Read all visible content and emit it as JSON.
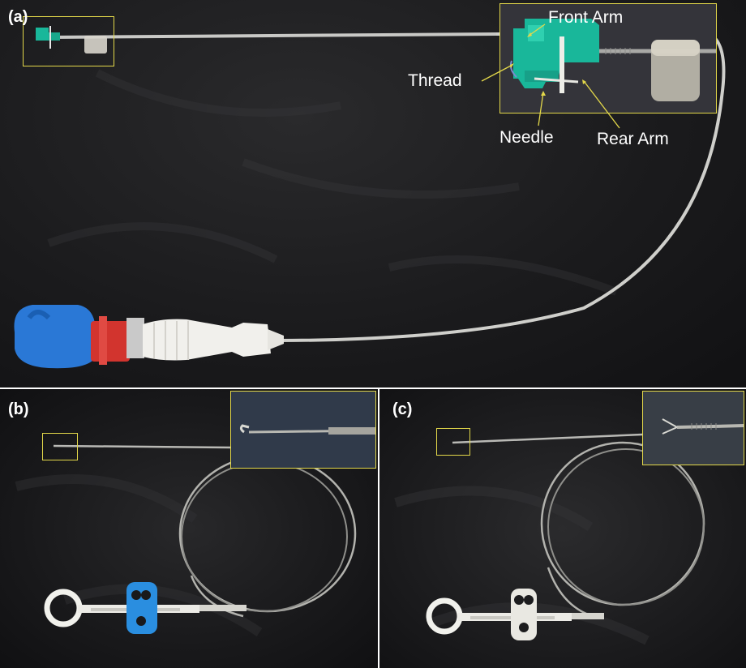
{
  "panels": {
    "a": {
      "label": "(a)",
      "annotations": {
        "front_arm": "Front Arm",
        "thread": "Thread",
        "needle": "Needle",
        "rear_arm": "Rear Arm"
      }
    },
    "b": {
      "label": "(b)"
    },
    "c": {
      "label": "(c)"
    }
  },
  "colors": {
    "background": "#1b1b1d",
    "highlight_box": "#e3d84a",
    "annotation_text": "#ffffff",
    "handle_blue": "#2a78d6",
    "handle_red": "#d2342e",
    "device_green": "#19b79a",
    "forceps_blue": "#2a8ee0"
  }
}
